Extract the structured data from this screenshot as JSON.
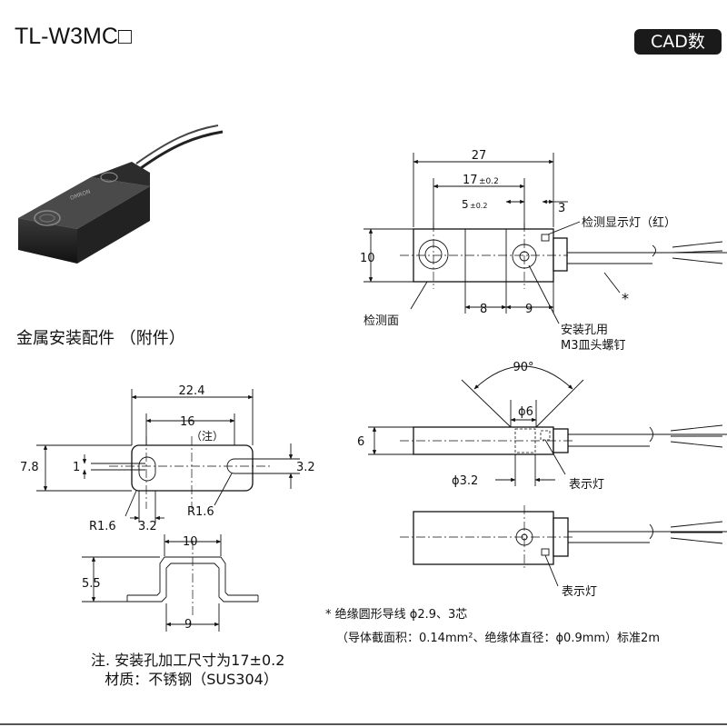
{
  "title": "TL-W3MC□",
  "cad_badge": "CAD数",
  "bracket_heading": "金属安装配件 （附件）",
  "sensor_top": {
    "dim_27": "27",
    "dim_17": "17",
    "dim_17_tol": "±0.2",
    "dim_5": "5",
    "dim_5_tol": "±0.2",
    "dim_3": "3",
    "dim_10": "10",
    "dim_8": "8",
    "dim_9": "9",
    "label_indicator_red": "检测显示灯（红）",
    "label_sensing_face": "检测面",
    "label_mount_hole_1": "安装孔用",
    "label_mount_hole_2": "M3皿头螺钉",
    "asterisk": "*"
  },
  "sensor_side": {
    "angle": "90°",
    "dim_phi6": "ϕ6",
    "dim_6": "6",
    "dim_phi32": "ϕ3.2",
    "label_indicator": "表示灯"
  },
  "sensor_bottom": {
    "label_indicator": "表示灯"
  },
  "bracket": {
    "dim_224": "22.4",
    "dim_16": "16",
    "dim_note": "（注）",
    "dim_78": "7.8",
    "dim_1": "1",
    "dim_32_right": "3.2",
    "dim_r16_left": "R1.6",
    "dim_32_bottom": "3.2",
    "dim_r16_right": "R1.6",
    "dim_10": "10",
    "dim_55": "5.5",
    "dim_9": "9"
  },
  "cable_note_1": "* 绝缘圆形导线  ϕ2.9、3芯",
  "cable_note_2": "（导体截面积：0.14mm²、绝缘体直径：ϕ0.9mm）标准2m",
  "note_line_1": "注. 安装孔加工尺寸为17±0.2",
  "note_line_2": "   材质：不锈钢（SUS304）"
}
